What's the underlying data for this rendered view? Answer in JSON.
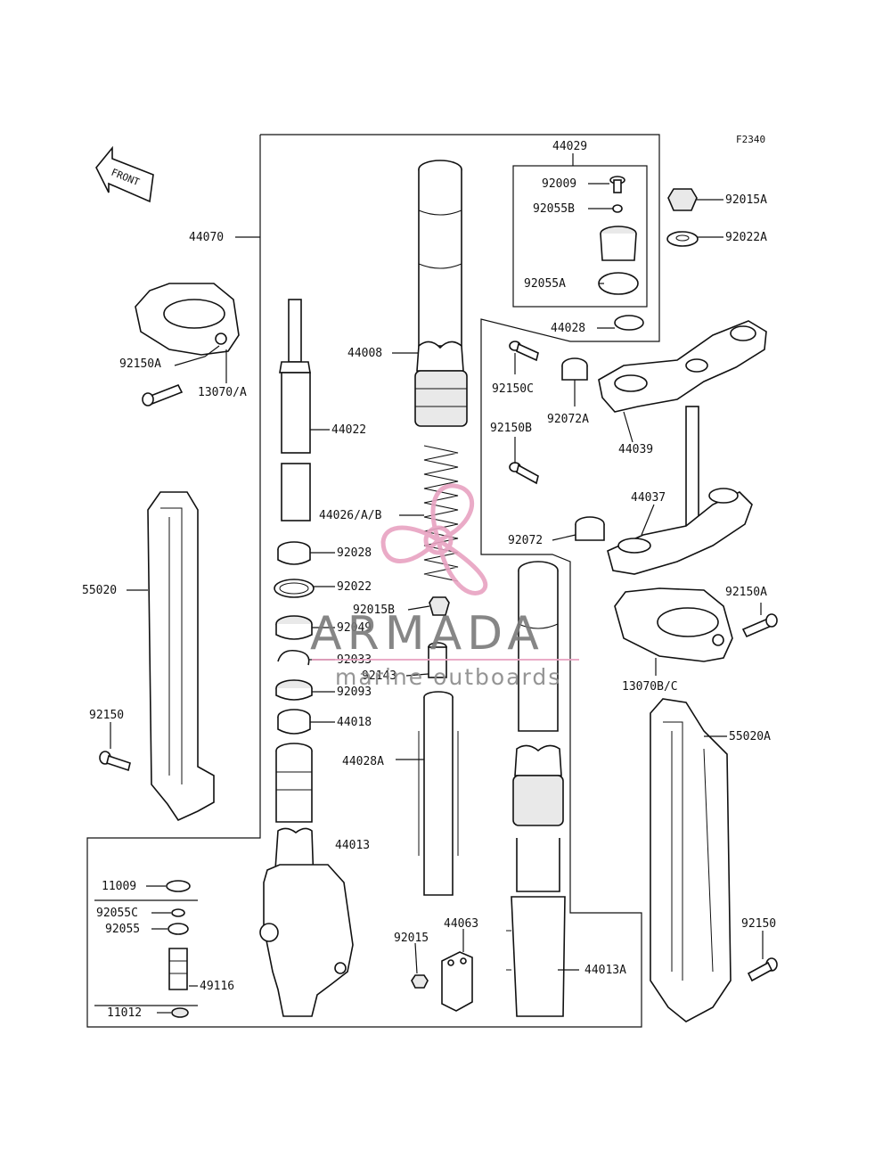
{
  "drawing_code": "F2340",
  "front_label": "FRONT",
  "labels": {
    "p44029": "44029",
    "p92009": "92009",
    "p92055B": "92055B",
    "p92055A": "92055A",
    "p44028": "44028",
    "p92015A": "92015A",
    "p92022A": "92022A",
    "p44070": "44070",
    "p44008": "44008",
    "p92150A_l": "92150A",
    "p13070A": "13070/A",
    "p44022": "44022",
    "p92150C": "92150C",
    "p92072A": "92072A",
    "p44039": "44039",
    "p92150B": "92150B",
    "p44037": "44037",
    "p44026": "44026/A/B",
    "p92072": "92072",
    "p55020": "55020",
    "p92028": "92028",
    "p92022": "92022",
    "p92015B": "92015B",
    "p92150A_r": "92150A",
    "p92049": "92049",
    "p92033": "92033",
    "p92143": "92143",
    "p92093": "92093",
    "p13070BC": "13070B/C",
    "p44018": "44018",
    "p92150_l": "92150",
    "p55020A": "55020A",
    "p44028A": "44028A",
    "p44013": "44013",
    "p11009": "11009",
    "p92055C": "92055C",
    "p92055": "92055",
    "p44063": "44063",
    "p92015": "92015",
    "p92150_r": "92150",
    "p49116": "49116",
    "p44013A": "44013A",
    "p11012": "11012"
  },
  "watermark": {
    "brand": "ARMADA",
    "tagline": "marine outboards",
    "logo_color": "#e8a3c2",
    "text_color": "#7a7a7a"
  }
}
